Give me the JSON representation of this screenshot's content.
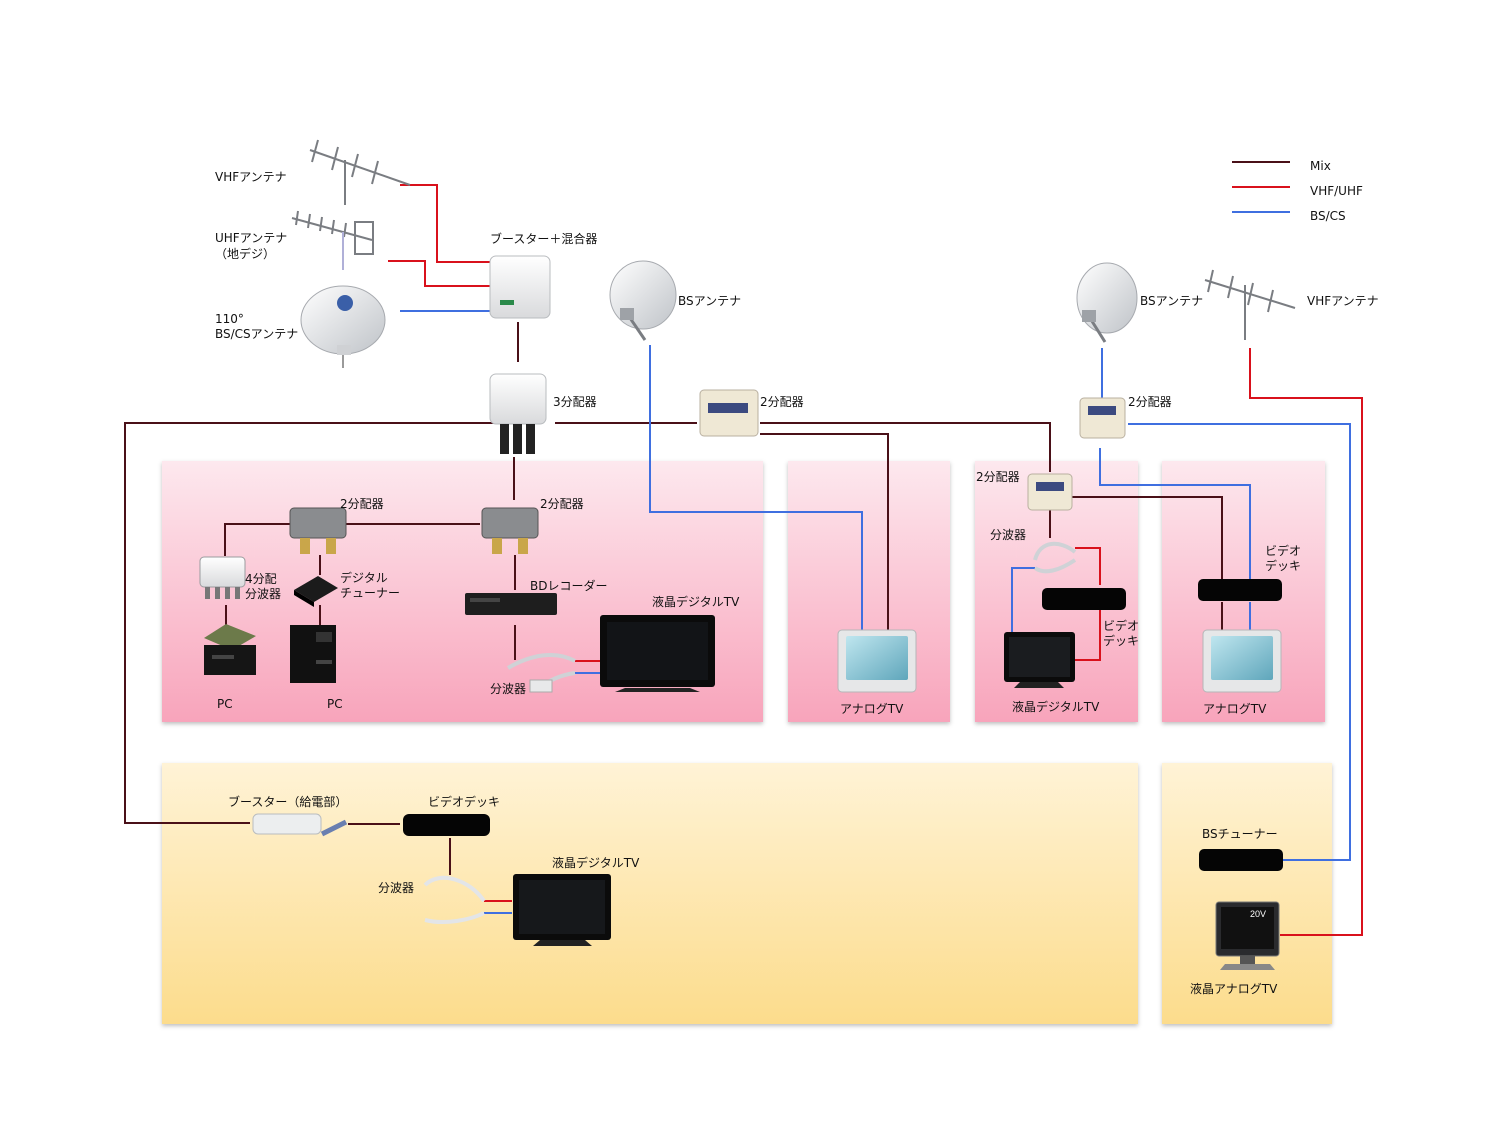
{
  "legend": {
    "mix": "Mix",
    "vhf_uhf": "VHF/UHF",
    "bs_cs": "BS/CS",
    "colors": {
      "mix": "#4a1018",
      "vhf_uhf": "#d9111c",
      "bs_cs": "#3f6fe0"
    }
  },
  "antennas": {
    "vhf": "VHFアンテナ",
    "uhf_line1": "UHFアンテナ",
    "uhf_line2": "（地デジ）",
    "bscs_line1": "110°",
    "bscs_line2": "BS/CSアンテナ",
    "bs_a": "BSアンテナ",
    "bs_b": "BSアンテナ",
    "vhf_b": "VHFアンテナ"
  },
  "devices": {
    "booster_mixer": "ブースター＋混合器",
    "splitter3": "3分配器",
    "splitter2_center": "2分配器",
    "splitter2_right": "2分配器",
    "splitter2_room3": "2分配器",
    "splitter2_a": "2分配器",
    "splitter2_b": "2分配器",
    "split4_line1": "4分配",
    "split4_line2": "分波器",
    "digital_tuner_line1": "デジタル",
    "digital_tuner_line2": "チューナー",
    "bd_recorder": "BDレコーダー",
    "lcd_digital_tv_1": "液晶デジタルTV",
    "wave_splitter_1": "分波器",
    "pc_1": "PC",
    "pc_2": "PC",
    "analog_tv_1": "アナログTV",
    "wave_splitter_3": "分波器",
    "video_deck_3_line1": "ビデオ",
    "video_deck_3_line2": "デッキ",
    "lcd_digital_tv_3": "液晶デジタルTV",
    "video_deck_4_line1": "ビデオ",
    "video_deck_4_line2": "デッキ",
    "analog_tv_4": "アナログTV",
    "booster_power": "ブースター（給電部）",
    "video_deck_5": "ビデオデッキ",
    "wave_splitter_5": "分波器",
    "lcd_digital_tv_5": "液晶デジタルTV",
    "bs_tuner": "BSチューナー",
    "lcd_analog_tv": "液晶アナログTV",
    "tv_badge": "20V"
  }
}
